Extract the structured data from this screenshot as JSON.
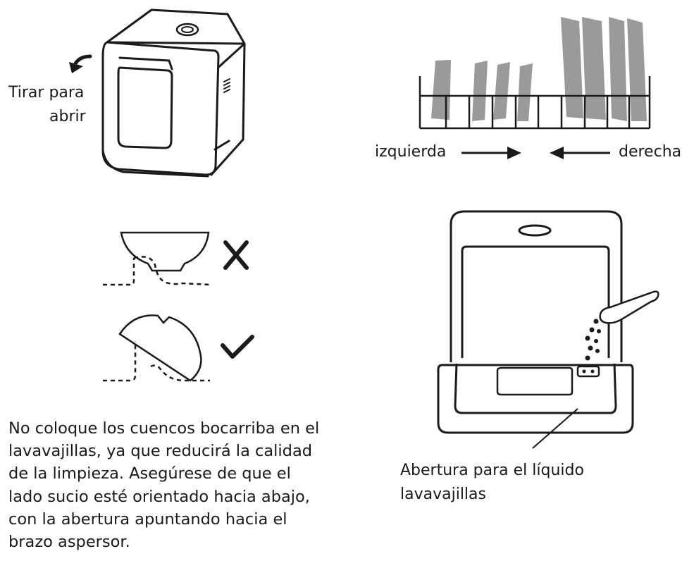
{
  "labels": {
    "pull_open_line1": "Tirar para",
    "pull_open_line2": "abrir",
    "left": "izquierda",
    "right": "derecha",
    "detergent_line1": "Abertura para el líquido",
    "detergent_line2": "lavavajillas"
  },
  "instructions": [
    "No coloque los cuencos bocarriba en el",
    "lavavajillas, ya que reducirá la calidad",
    "de la limpieza. Asegúrese de que el",
    "lado sucio esté orientado hacia abajo,",
    "con la abertura apuntando hacia el",
    "brazo aspersor."
  ],
  "icons": {
    "wrong": "cross-icon",
    "correct": "check-icon"
  },
  "colors": {
    "ink": "#1a1a1a",
    "plate_gray": "#9a9a9a"
  }
}
